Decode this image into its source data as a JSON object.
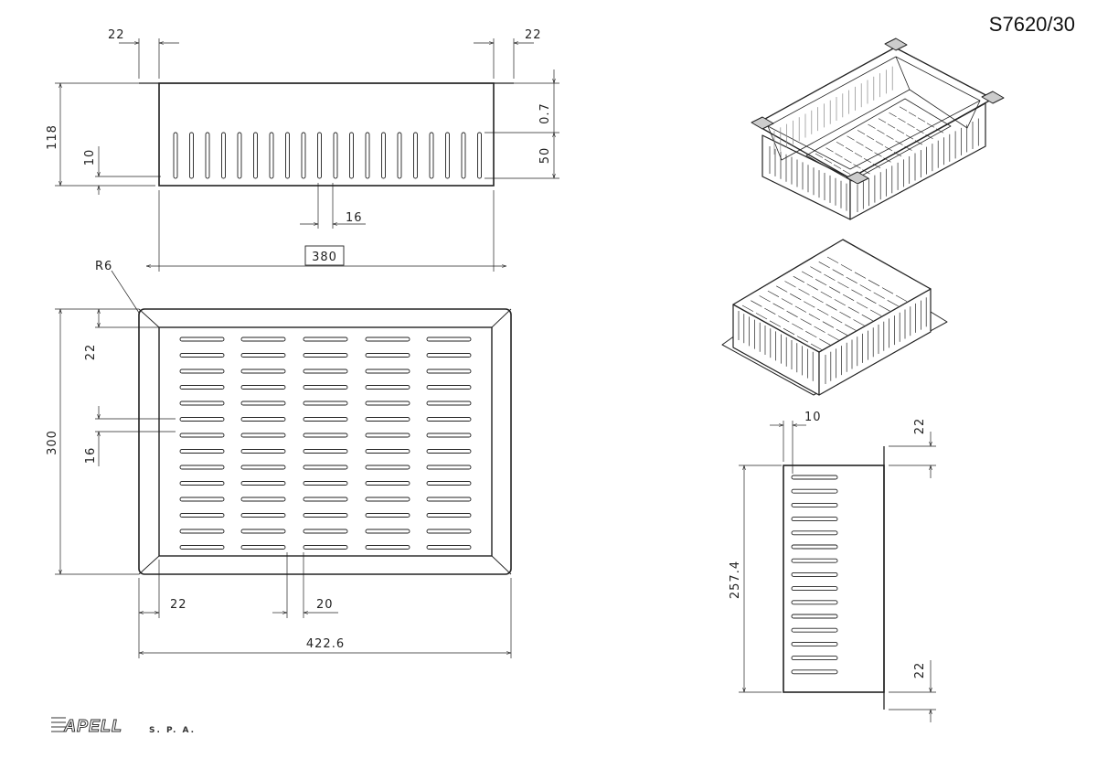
{
  "drawing_code": "S7620/30",
  "company": {
    "logo": "APELL",
    "suffix": "S. P. A."
  },
  "front_view": {
    "top_left_offset": "22",
    "top_right_offset": "22",
    "height": "118",
    "top_edge": "0.7",
    "slot_height": "50",
    "bottom_margin": "10",
    "slot_pitch": "16",
    "width": "380"
  },
  "top_view": {
    "corner_radius": "R6",
    "top_margin": "22",
    "slot_pitch": "16",
    "depth": "300",
    "left_margin": "22",
    "column_gap": "20",
    "overall_width": "422.6"
  },
  "side_view": {
    "flange": "10",
    "top_margin": "22",
    "length": "257.4",
    "bottom_margin": "22"
  }
}
